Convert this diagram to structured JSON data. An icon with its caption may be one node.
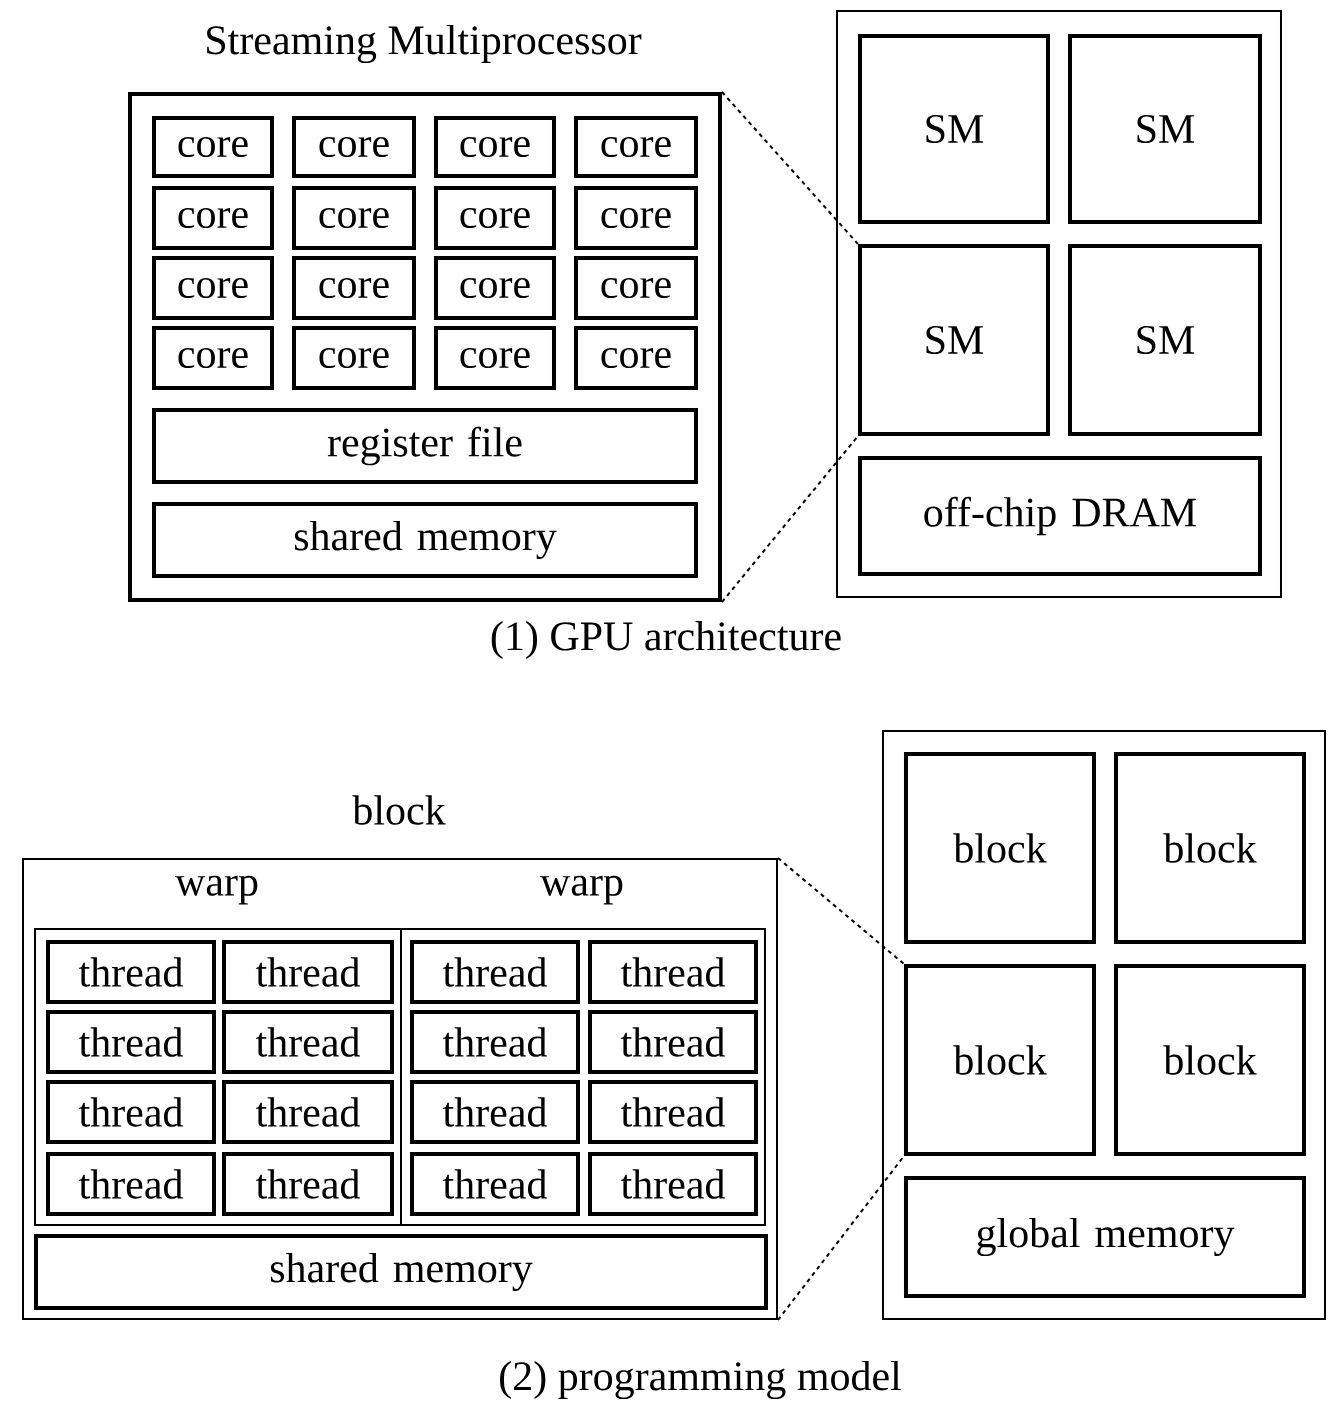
{
  "diagram": {
    "nodes": [
      {
        "text": [
          "Streaming Multiprocessor"
        ]
      },
      {
        "text": [
          "core"
        ],
        "in": 0
      },
      {
        "text": [
          "core"
        ],
        "in": 0
      },
      {
        "text": [
          "core"
        ],
        "in": 0
      },
      {
        "text": [
          "core"
        ],
        "in": 0
      },
      {
        "text": [
          "core"
        ],
        "in": 0
      },
      {
        "text": [
          "core"
        ],
        "in": 0
      },
      {
        "text": [
          "core"
        ],
        "in": 0
      },
      {
        "text": [
          "core"
        ],
        "in": 0
      },
      {
        "text": [
          "core"
        ],
        "in": 0
      },
      {
        "text": [
          "core"
        ],
        "in": 0
      },
      {
        "text": [
          "core"
        ],
        "in": 0
      },
      {
        "text": [
          "core"
        ],
        "in": 0
      },
      {
        "text": [
          "core"
        ],
        "in": 0
      },
      {
        "text": [
          "core"
        ],
        "in": 0
      },
      {
        "text": [
          "core"
        ],
        "in": 0
      },
      {
        "text": [
          "core"
        ],
        "in": 0
      },
      {
        "text": [
          "register file"
        ],
        "in": 0
      },
      {
        "text": [
          "shared memory"
        ],
        "in": 0
      },
      {
        "text": [],
        "shape": "box"
      },
      {
        "text": [
          "SM"
        ],
        "in": 19
      },
      {
        "text": [
          "SM"
        ],
        "in": 19
      },
      {
        "text": [
          "SM"
        ],
        "in": 19
      },
      {
        "text": [
          "SM"
        ],
        "in": 19
      },
      {
        "text": [
          "off-chip DRAM"
        ],
        "in": 19
      },
      {
        "text": [
          "block"
        ]
      },
      {
        "text": [
          "warp"
        ],
        "in": 25
      },
      {
        "text": [
          "thread"
        ],
        "in": 26
      },
      {
        "text": [
          "thread"
        ],
        "in": 26
      },
      {
        "text": [
          "thread"
        ],
        "in": 26
      },
      {
        "text": [
          "thread"
        ],
        "in": 26
      },
      {
        "text": [
          "thread"
        ],
        "in": 26
      },
      {
        "text": [
          "thread"
        ],
        "in": 26
      },
      {
        "text": [
          "thread"
        ],
        "in": 26
      },
      {
        "text": [
          "thread"
        ],
        "in": 26
      },
      {
        "text": [
          "warp"
        ],
        "in": 25
      },
      {
        "text": [
          "thread"
        ],
        "in": 35
      },
      {
        "text": [
          "thread"
        ],
        "in": 35
      },
      {
        "text": [
          "thread"
        ],
        "in": 35
      },
      {
        "text": [
          "thread"
        ],
        "in": 35
      },
      {
        "text": [
          "thread"
        ],
        "in": 35
      },
      {
        "text": [
          "thread"
        ],
        "in": 35
      },
      {
        "text": [
          "thread"
        ],
        "in": 35
      },
      {
        "text": [
          "thread"
        ],
        "in": 35
      },
      {
        "text": [
          "shared memory"
        ],
        "in": 25
      },
      {
        "text": [],
        "shape": "box"
      },
      {
        "text": [
          "block"
        ],
        "in": 45
      },
      {
        "text": [
          "block"
        ],
        "in": 45
      },
      {
        "text": [
          "block"
        ],
        "in": 45
      },
      {
        "text": [
          "block"
        ],
        "in": 45
      },
      {
        "text": [
          "global memory"
        ],
        "in": 45
      }
    ],
    "edges": [
      {
        "from": 0,
        "to": 22,
        "arrow": "none",
        "style": "dashed"
      },
      {
        "from": 0,
        "to": 22,
        "arrow": "none",
        "style": "dashed"
      },
      {
        "from": 25,
        "to": 48,
        "arrow": "none",
        "style": "dashed"
      },
      {
        "from": 25,
        "to": 48,
        "arrow": "none",
        "style": "dashed"
      }
    ],
    "labels": [
      "(1) GPU architecture",
      "(2) programming model"
    ]
  }
}
